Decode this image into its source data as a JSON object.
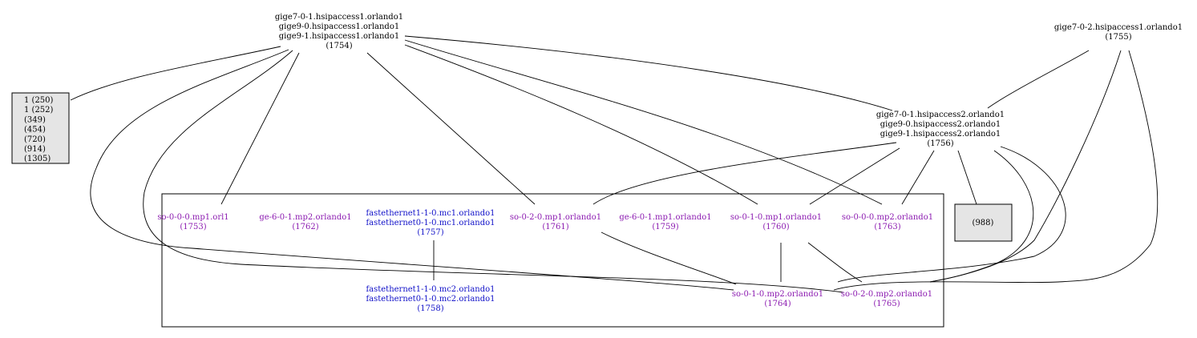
{
  "colors": {
    "router_text": "#000000",
    "interface_text": "#8b1ab0",
    "fastethernet_text": "#1010c8",
    "box_fill": "#e5e5e5"
  },
  "nodes": {
    "hsip1": {
      "lines": [
        "gige7-0-1.hsipaccess1.orlando1",
        "gige9-0.hsipaccess1.orlando1",
        "gige9-1.hsipaccess1.orlando1"
      ],
      "id": "(1754)"
    },
    "hsip1_0_2": {
      "lines": [
        "gige7-0-2.hsipaccess1.orlando1"
      ],
      "id": "(1755)"
    },
    "hsip2": {
      "lines": [
        "gige7-0-1.hsipaccess2.orlando1",
        "gige9-0.hsipaccess2.orlando1",
        "gige9-1.hsipaccess2.orlando1"
      ],
      "id": "(1756)"
    },
    "legend_box": {
      "lines": [
        "1 (250)",
        "1 (252)",
        "(349)",
        "(454)",
        "(720)",
        "(914)",
        "(1305)"
      ]
    },
    "box_988": {
      "label": "(988)"
    },
    "so_0_0_0_orl1": {
      "lines": [
        "so-0-0-0.mp1.orl1"
      ],
      "id": "(1753)"
    },
    "ge_6_0_1_mp2": {
      "lines": [
        "ge-6-0-1.mp2.orlando1"
      ],
      "id": "(1762)"
    },
    "fe_mc1": {
      "lines": [
        "fastethernet1-1-0.mc1.orlando1",
        "fastethernet0-1-0.mc1.orlando1"
      ],
      "id": "(1757)"
    },
    "so_0_2_0_mp1": {
      "lines": [
        "so-0-2-0.mp1.orlando1"
      ],
      "id": "(1761)"
    },
    "ge_6_0_1_mp1": {
      "lines": [
        "ge-6-0-1.mp1.orlando1"
      ],
      "id": "(1759)"
    },
    "so_0_1_0_mp1": {
      "lines": [
        "so-0-1-0.mp1.orlando1"
      ],
      "id": "(1760)"
    },
    "so_0_0_0_mp2": {
      "lines": [
        "so-0-0-0.mp2.orlando1"
      ],
      "id": "(1763)"
    },
    "fe_mc2": {
      "lines": [
        "fastethernet1-1-0.mc2.orlando1",
        "fastethernet0-1-0.mc2.orlando1"
      ],
      "id": "(1758)"
    },
    "so_0_1_0_mp2": {
      "lines": [
        "so-0-1-0.mp2.orlando1"
      ],
      "id": "(1764)"
    },
    "so_0_2_0_mp2": {
      "lines": [
        "so-0-2-0.mp2.orlando1"
      ],
      "id": "(1765)"
    }
  }
}
